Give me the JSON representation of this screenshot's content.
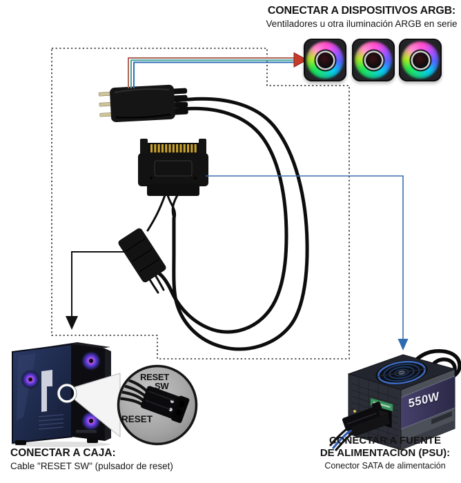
{
  "annotations": {
    "argb": {
      "title": "CONECTAR A DISPOSITIVOS ARGB:",
      "subtitle": "Ventiladores u otra iluminación ARGB en serie"
    },
    "case": {
      "title": "CONECTAR A CAJA:",
      "subtitle": "Cable \"RESET SW\" (pulsador de reset)"
    },
    "psu": {
      "title_line1": "CONECTAR A FUENTE",
      "title_line2": "DE ALIMENTACION (PSU):",
      "subtitle": "Conector SATA de alimentación"
    }
  },
  "inset_labels": {
    "reset_sw_line1": "RESET",
    "reset_sw_line2": "SW",
    "reset": "RESET"
  },
  "psu_photo": {
    "wattage": "550W"
  },
  "fans": {
    "count": "3"
  },
  "colors": {
    "background": "#ffffff",
    "dotted_outline": "#222222",
    "wire_red": "#b06055",
    "wire_teal": "#3fa39b",
    "wire_blue": "#2f6cb4",
    "arrow_red": "#c63b2a",
    "connector_line_blue": "#3a70ad",
    "arrow_black": "#111111"
  }
}
